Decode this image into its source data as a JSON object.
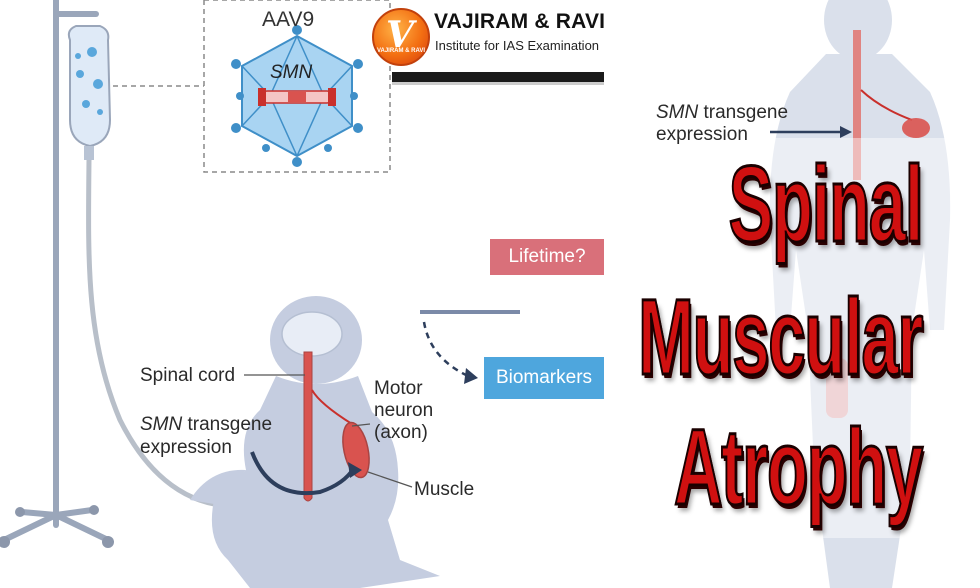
{
  "aav": {
    "label": "AAV9",
    "gene": "SMN"
  },
  "logo": {
    "letter": "V",
    "badge": "VAJIRAM & RAVI",
    "title": "VAJIRAM & RAVI",
    "subtitle": "Institute for IAS Examination"
  },
  "child_diagram": {
    "spinal_cord": "Spinal cord",
    "smn_italic": "SMN",
    "transgene": " transgene",
    "expression": "expression",
    "motor1": "Motor",
    "motor2": "neuron",
    "motor3": "(axon)",
    "muscle": "Muscle"
  },
  "adult_diagram": {
    "smn_italic": "SMN",
    "transgene": " transgene",
    "expression": "expression"
  },
  "boxes": {
    "lifetime": "Lifetime?",
    "biomarkers": "Biomarkers"
  },
  "headline": {
    "line1": "Spinal",
    "line2": "Muscular",
    "line3": "Atrophy"
  },
  "colors": {
    "headline": "#d01010",
    "silhouette": "#c5cde0",
    "spine": "#d9534f",
    "aav_body": "#a9d4f2",
    "box_red": "#d9707a",
    "box_blue": "#4ea6dd"
  }
}
